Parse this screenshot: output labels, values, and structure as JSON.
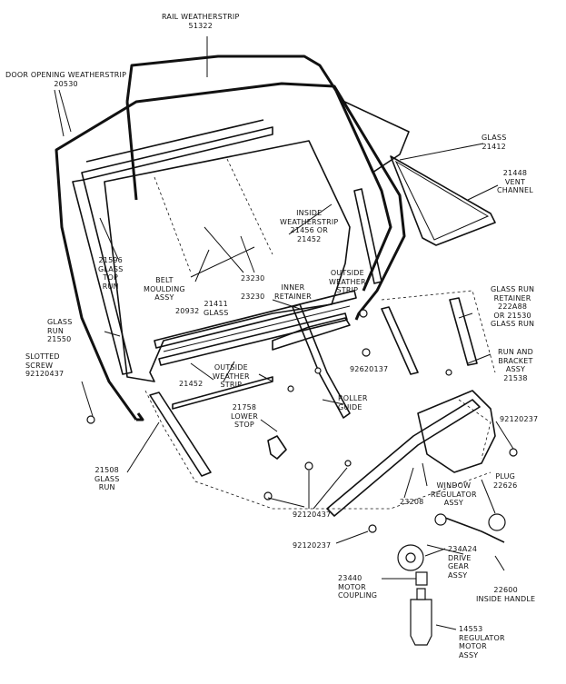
{
  "labels": {
    "rail_weatherstrip": {
      "lines": [
        "RAIL WEATHERSTRIP",
        "51322"
      ]
    },
    "door_opening_weatherstrip": {
      "lines": [
        "DOOR OPENING WEATHERSTRIP",
        "20530"
      ]
    },
    "glass": {
      "lines": [
        "GLASS",
        "21412"
      ]
    },
    "vent_channel": {
      "lines": [
        "21448",
        "VENT",
        "CHANNEL"
      ]
    },
    "inside_weatherstrip": {
      "lines": [
        "INSIDE",
        "WEATHERSTRIP",
        "21456 OR",
        "21452"
      ]
    },
    "outside_weather_strip_top": {
      "lines": [
        "OUTSIDE",
        "WEATHER",
        "STRIP"
      ]
    },
    "inner_retainer": {
      "lines": [
        "INNER",
        "RETAINER"
      ]
    },
    "glass_top_run": {
      "lines": [
        "21596",
        "GLASS",
        "TOP",
        "RUN"
      ]
    },
    "belt_moulding": {
      "lines": [
        "BELT",
        "MOULDING",
        "ASSY"
      ]
    },
    "glass_part": {
      "lines": [
        "21411",
        "GLASS"
      ]
    },
    "part_23230_a": {
      "lines": [
        "23230"
      ]
    },
    "part_23230_b": {
      "lines": [
        "23230"
      ]
    },
    "part_20932": {
      "lines": [
        "20932"
      ]
    },
    "glass_run_retainer": {
      "lines": [
        "GLASS RUN",
        "RETAINER",
        "222A88",
        "OR 21530",
        "GLASS RUN"
      ]
    },
    "glass_run_left": {
      "lines": [
        "GLASS",
        "RUN",
        "21550"
      ]
    },
    "slotted_screw": {
      "lines": [
        "SLOTTED",
        "SCREW",
        "92120437"
      ]
    },
    "outside_weather_strip_bottom": {
      "lines": [
        "OUTSIDE",
        "WEATHER",
        "STRIP"
      ]
    },
    "part_21452": {
      "lines": [
        "21452"
      ]
    },
    "part_92620137": {
      "lines": [
        "92620137"
      ]
    },
    "run_bracket": {
      "lines": [
        "RUN AND",
        "BRACKET",
        "ASSY",
        "21538"
      ]
    },
    "lower_stop": {
      "lines": [
        "21758",
        "LOWER",
        "STOP"
      ]
    },
    "roller_guide": {
      "lines": [
        "ROLLER",
        "GUIDE"
      ]
    },
    "screw_right": {
      "lines": [
        "92120237"
      ]
    },
    "glass_run_21508": {
      "lines": [
        "21508",
        "GLASS",
        "RUN"
      ]
    },
    "plug": {
      "lines": [
        "PLUG",
        "22626"
      ]
    },
    "window_regulator": {
      "lines": [
        "WINDOW",
        "REGULATOR",
        "ASSY"
      ]
    },
    "part_23208": {
      "lines": [
        "23208"
      ]
    },
    "screw_92120437_bottom": {
      "lines": [
        "92120437"
      ]
    },
    "screw_92120237_bottom": {
      "lines": [
        "92120237"
      ]
    },
    "drive_gear": {
      "lines": [
        "234A24",
        "DRIVE",
        "GEAR",
        "ASSY"
      ]
    },
    "motor_coupling": {
      "lines": [
        "23440",
        "MOTOR",
        "COUPLING"
      ]
    },
    "inside_handle": {
      "lines": [
        "22600",
        "INSIDE HANDLE"
      ]
    },
    "regulator_motor": {
      "lines": [
        "14553",
        "REGULATOR",
        "MOTOR",
        "ASSY"
      ]
    }
  }
}
